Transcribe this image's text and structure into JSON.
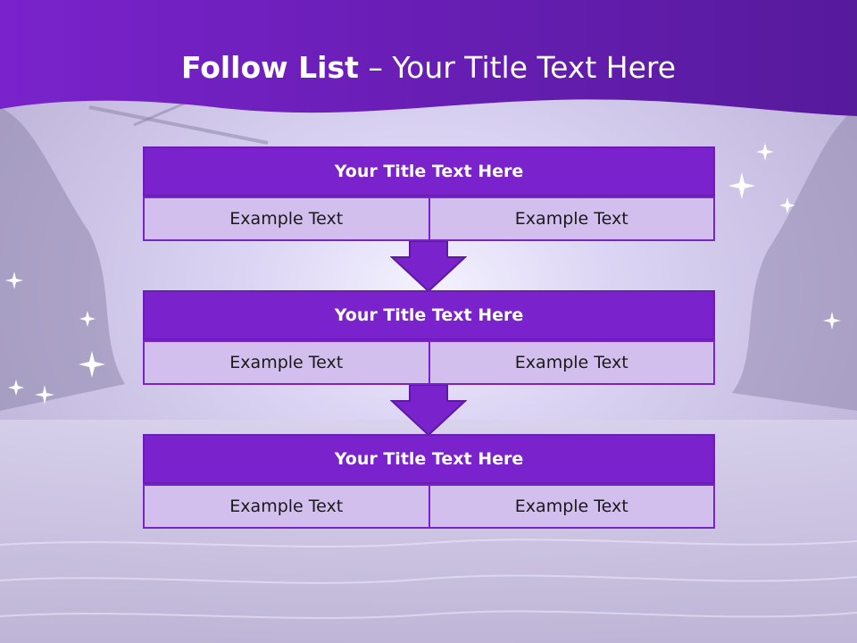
{
  "slide": {
    "title_bold": "Follow List",
    "title_rest": " – Your Title Text Here"
  },
  "blocks": [
    {
      "title": "Your Title Text Here",
      "left": "Example Text",
      "right": "Example Text"
    },
    {
      "title": "Your Title Text Here",
      "left": "Example Text",
      "right": "Example Text"
    },
    {
      "title": "Your Title Text Here",
      "left": "Example Text",
      "right": "Example Text"
    }
  ],
  "colors": {
    "header_purple": "#7a22cc",
    "cell_lavender": "#d3bfee",
    "background_lavender": "#c9c2dc"
  },
  "icons": [
    "down-arrow-icon",
    "sparkle-icon"
  ]
}
